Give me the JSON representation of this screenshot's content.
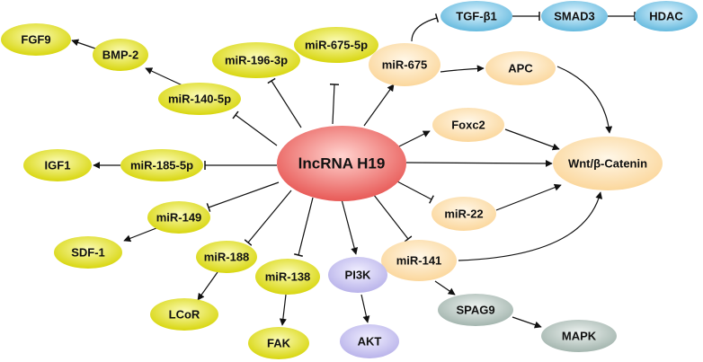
{
  "center": {
    "label": "lncRNA H19",
    "color": "#e85a57"
  },
  "colors": {
    "mirna_yellow": "#d8d60e",
    "target_yellow": "#d8d60e",
    "peach": "#fbd79c",
    "blue": "#64b9de",
    "purple": "#b9b3ea",
    "gray": "#a3b5ae"
  },
  "nodes": {
    "fgf9": "FGF9",
    "bmp2": "BMP-2",
    "mir140": "miR-140-5p",
    "mir196": "miR-196-3p",
    "mir675_5p": "miR-675-5p",
    "mir675": "miR-675",
    "tgfb1": "TGF-β1",
    "smad3": "SMAD3",
    "hdac": "HDAC",
    "apc": "APC",
    "foxc2": "Foxc2",
    "wnt": "Wnt/β-Catenin",
    "igf1": "IGF1",
    "mir185": "miR-185-5p",
    "mir149": "miR-149",
    "sdf1": "SDF-1",
    "mir22": "miR-22",
    "mir188": "miR-188",
    "lcor": "LCoR",
    "mir138": "miR-138",
    "fak": "FAK",
    "pi3k": "PI3K",
    "akt": "AKT",
    "mir141": "miR-141",
    "spag9": "SPAG9",
    "mapk": "MAPK"
  }
}
